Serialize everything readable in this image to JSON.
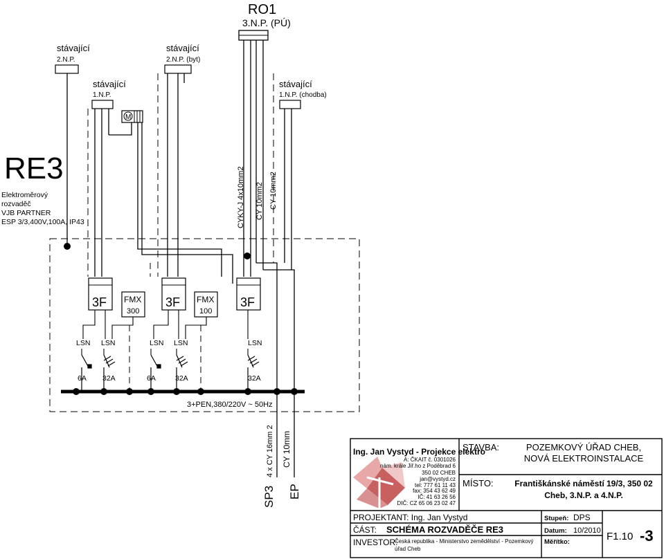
{
  "board": {
    "title": "RE3",
    "description": [
      "Elektroměrový",
      "rozvaděč",
      "VJB PARTNER",
      "ESP 3/3,400V,100A, IP43"
    ]
  },
  "ro1": {
    "title": "RO1",
    "subtitle": "3.N.P. (PÚ)"
  },
  "existing": [
    {
      "label": "stávající",
      "floor": "2.N.P."
    },
    {
      "label": "stávající",
      "floor": "2.N.P. (byt)"
    },
    {
      "label": "stávající",
      "floor": "1.N.P."
    },
    {
      "label": "stávající",
      "floor": "1.N.P. (chodba)"
    }
  ],
  "motor_symbol": "M",
  "cables": {
    "main": "CYKY-J  4x10mm2",
    "pe1": "CY  10mm2",
    "pe2": "CY  10mm2"
  },
  "devices": {
    "three_phase": [
      "3F",
      "3F",
      "3F"
    ],
    "fmx": [
      {
        "label": "FMX",
        "value": "300"
      },
      {
        "label": "FMX",
        "value": "100"
      }
    ],
    "lsn": [
      "LSN",
      "LSN",
      "LSN",
      "LSN",
      "LSN"
    ],
    "ratings": [
      "6A",
      "32A",
      "6A",
      "32A",
      "32A"
    ]
  },
  "busbar_label": "3+PEN,380/220V  ~  50Hz",
  "outputs": {
    "cable1": "4 x CY 16mm 2",
    "cable2": "CY 10mm",
    "sp3": "SP3",
    "ep": "EP"
  },
  "company": {
    "name": "Ing. Jan Vystyd - Projekce elektro",
    "lines": [
      "A: ČKAIT č. 0301026",
      "nám. krále Jiř.ho z Poděbrad 6",
      "350 02   CHEB",
      "jan@vystyd.cz",
      "tel: 777 61 11 43",
      "fax: 354 43 62 49",
      "IČ: 41 63 26 56",
      "DIČ: CZ 65 06 23 02 47"
    ]
  },
  "stavba": {
    "label": "STAVBA:",
    "value": [
      "POZEMKOVÝ ÚŘAD CHEB,",
      "NOVÁ ELEKTROINSTALACE"
    ]
  },
  "misto": {
    "label": "MÍSTO:",
    "value": [
      "Františkánské náměstí 19/3, 350 02",
      "Cheb, 3.N.P. a 4.N.P."
    ]
  },
  "projektant": {
    "label": "PROJEKTANT: Ing. Jan Vystyd"
  },
  "cast": {
    "label": "ČÁST:",
    "value": "SCHÉMA ROZVADĚČE RE3"
  },
  "investor": {
    "label": "INVESTOR:",
    "value": [
      "Česká republika - Ministerstvo zemědělství - Pozemkový",
      "úřad Cheb"
    ]
  },
  "stupen": {
    "label": "Stupeň:",
    "value": "DPS"
  },
  "datum": {
    "label": "Datum:",
    "value": "10/2010"
  },
  "meritko": {
    "label": "Měřítko:"
  },
  "drawing_no": {
    "prefix": "F1.10",
    "suffix": "-3"
  }
}
